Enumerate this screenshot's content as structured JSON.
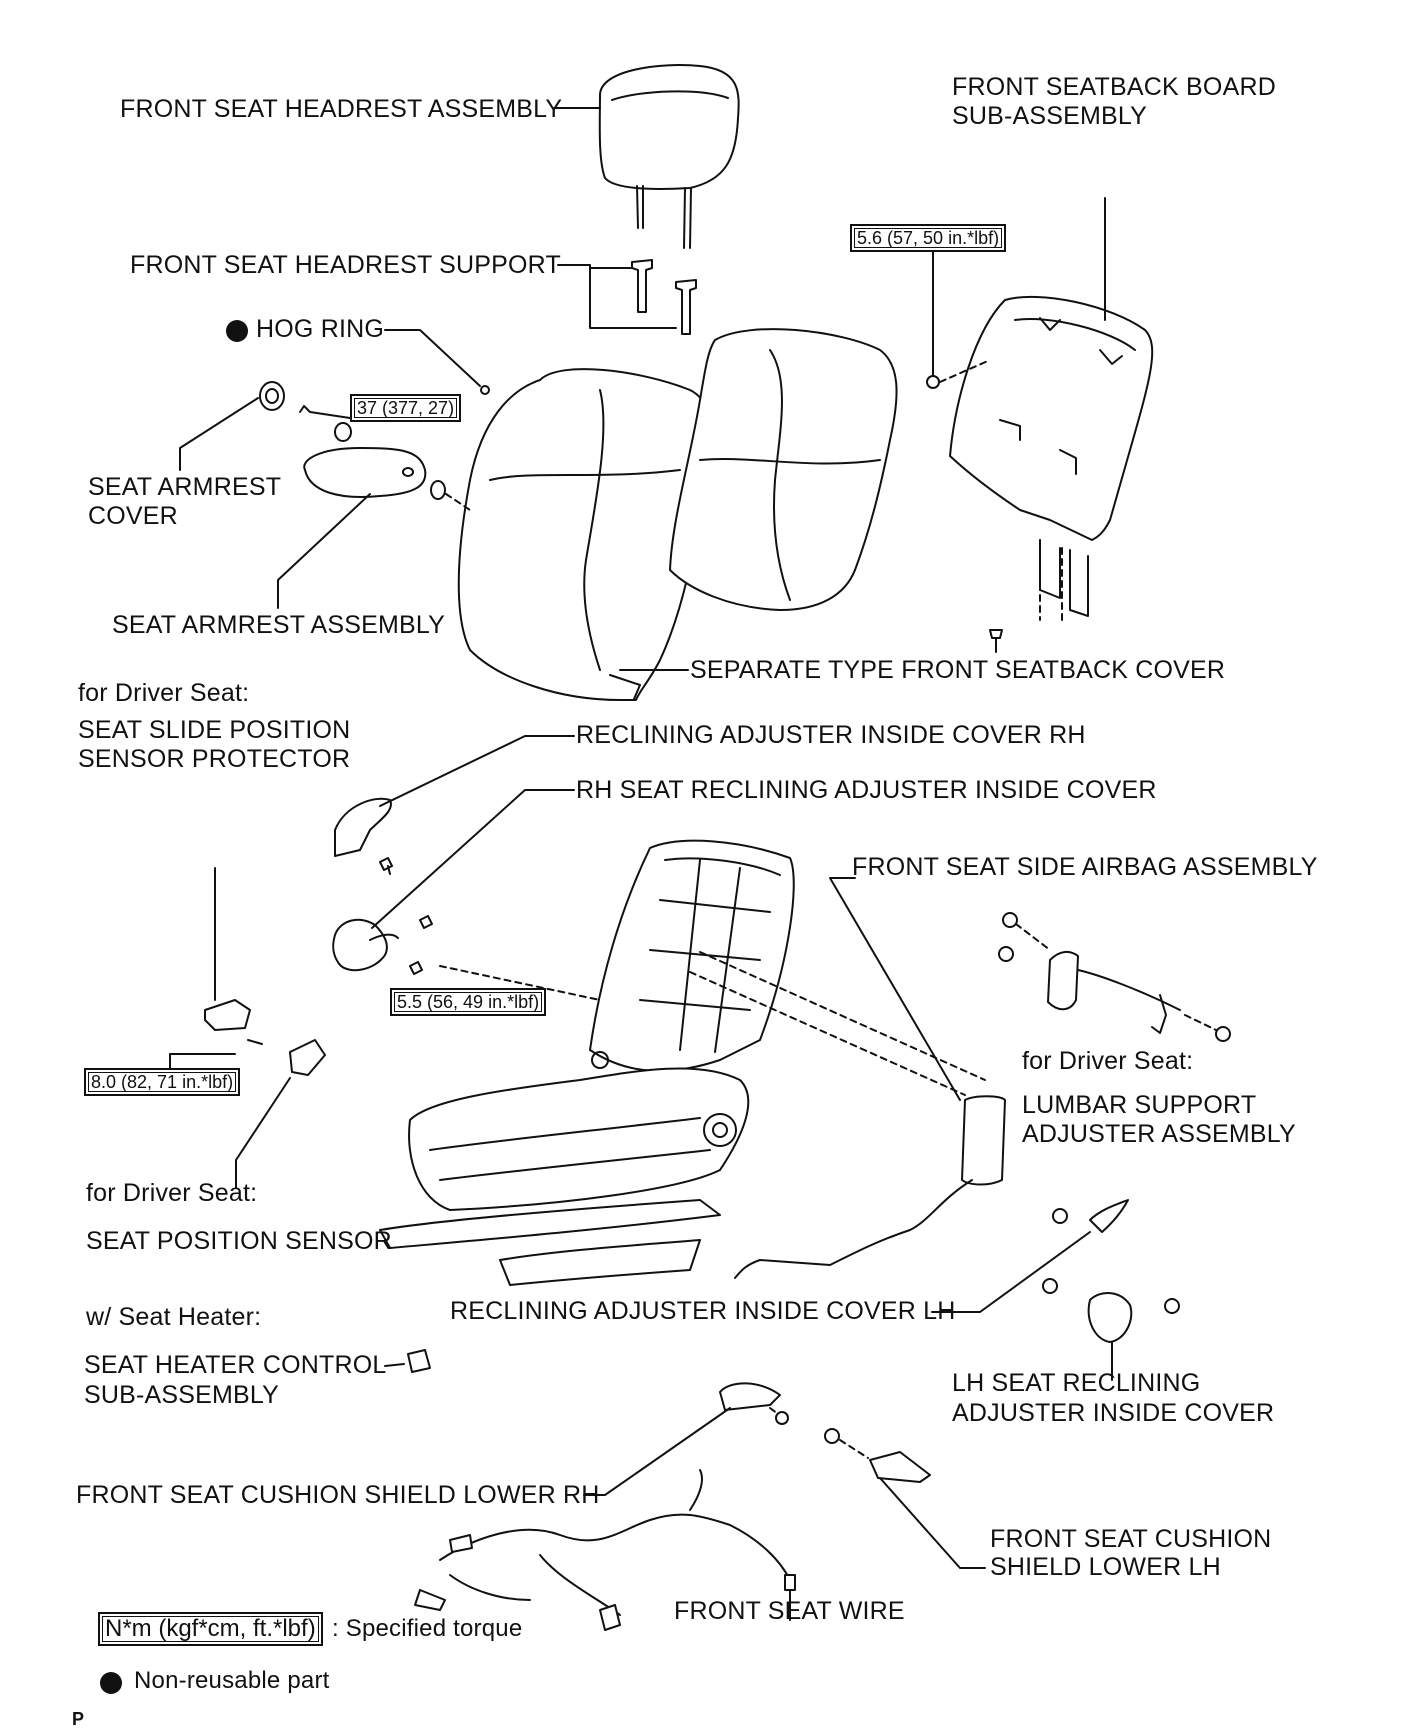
{
  "labels": {
    "headrest": "FRONT SEAT HEADREST ASSEMBLY",
    "seatback_board_1": "FRONT SEATBACK BOARD",
    "seatback_board_2": "SUB-ASSEMBLY",
    "headrest_support": "FRONT SEAT HEADREST SUPPORT",
    "hog_ring": "HOG RING",
    "armrest_cover_1": "SEAT ARMREST",
    "armrest_cover_2": "COVER",
    "armrest_assembly": "SEAT ARMREST ASSEMBLY",
    "seatback_cover": "SEPARATE TYPE FRONT SEATBACK COVER",
    "driver_seat_1": "for Driver Seat:",
    "slide_sensor_protector_1": "SEAT SLIDE POSITION",
    "slide_sensor_protector_2": "SENSOR PROTECTOR",
    "reclining_cover_rh": "RECLINING ADJUSTER INSIDE COVER RH",
    "rh_reclining_cover": "RH SEAT RECLINING ADJUSTER INSIDE COVER",
    "side_airbag": "FRONT SEAT SIDE AIRBAG ASSEMBLY",
    "driver_seat_2": "for Driver Seat:",
    "lumbar_1": "LUMBAR SUPPORT",
    "lumbar_2": "ADJUSTER ASSEMBLY",
    "driver_seat_3": "for Driver Seat:",
    "position_sensor": "SEAT POSITION SENSOR",
    "reclining_cover_lh": "RECLINING ADJUSTER INSIDE COVER LH",
    "seat_heater": "w/ Seat Heater:",
    "heater_control_1": "SEAT HEATER CONTROL",
    "heater_control_2": "SUB-ASSEMBLY",
    "lh_reclining_cover_1": "LH SEAT RECLINING",
    "lh_reclining_cover_2": "ADJUSTER INSIDE COVER",
    "cushion_shield_rh": "FRONT SEAT CUSHION SHIELD LOWER RH",
    "cushion_shield_lh_1": "FRONT SEAT CUSHION",
    "cushion_shield_lh_2": "SHIELD LOWER LH",
    "seat_wire": "FRONT SEAT WIRE"
  },
  "torques": {
    "board_nut": "5.6 (57, 50 in.*lbf)",
    "armrest_bolt": "37 (377, 27)",
    "recliner_bolt": "5.5 (56, 49 in.*lbf)",
    "sensor_bolt": "8.0 (82, 71 in.*lbf)"
  },
  "legend": {
    "torque_box": "N*m (kgf*cm, ft.*lbf)",
    "torque_text": ": Specified torque",
    "non_reusable": "Non-reusable part"
  },
  "footer": {
    "mark": "P"
  }
}
